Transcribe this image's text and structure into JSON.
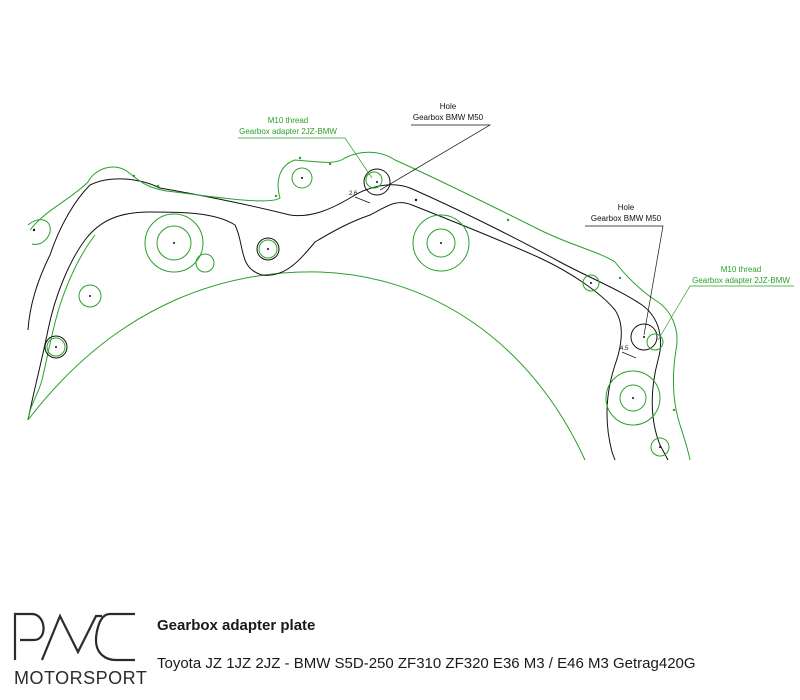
{
  "drawing": {
    "annotations": [
      {
        "id": "hole-top",
        "lines": [
          "Hole",
          "Gearbox BMW M50"
        ],
        "color": "dark"
      },
      {
        "id": "thread-left",
        "lines": [
          "M10 thread",
          "Gearbox adapter 2JZ-BMW"
        ],
        "color": "green"
      },
      {
        "id": "hole-right",
        "lines": [
          "Hole",
          "Gearbox BMW M50"
        ],
        "color": "dark"
      },
      {
        "id": "thread-right",
        "lines": [
          "M10 thread",
          "Gearbox adapter 2JZ-BMW"
        ],
        "color": "green"
      }
    ],
    "dimensions": [
      "2.6",
      "4.5"
    ],
    "colors": {
      "outline": "#111111",
      "reference": "#2aa02a"
    }
  },
  "footer": {
    "logo_mark": "PMC",
    "logo_text": "MOTORSPORT",
    "title": "Gearbox adapter plate",
    "subtitle": "Toyota JZ 1JZ 2JZ - BMW S5D-250 ZF310 ZF320 E36 M3 / E46 M3 Getrag420G"
  }
}
